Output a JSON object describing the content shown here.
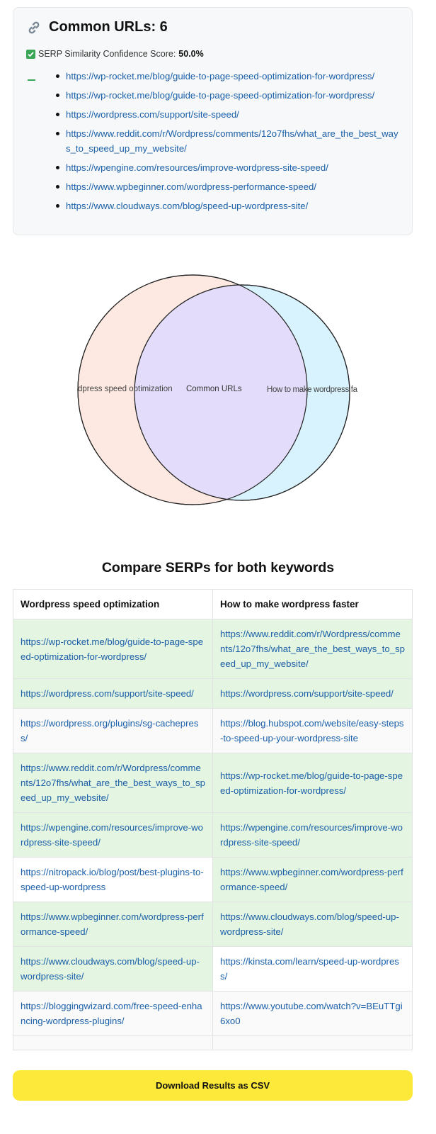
{
  "common": {
    "title": "Common URLs: 6",
    "score_label": "SERP Similarity Confidence Score:",
    "score_value": "50.0%",
    "urls": [
      "https://wp-rocket.me/blog/guide-to-page-speed-optimization-for-wordpress/",
      "https://wp-rocket.me/blog/guide-to-page-speed-optimization-for-wordpress/",
      "https://wordpress.com/support/site-speed/",
      "https://www.reddit.com/r/Wordpress/comments/12o7fhs/what_are_the_best_ways_to_speed_up_my_website/",
      "https://wpengine.com/resources/improve-wordpress-site-speed/",
      "https://www.wpbeginner.com/wordpress-performance-speed/",
      "https://www.cloudways.com/blog/speed-up-wordpress-site/"
    ]
  },
  "venn": {
    "left_label": "dpress speed optimization",
    "center_label": "Common URLs",
    "right_label": "How to make wordpress fa",
    "colors": {
      "left": "#fde9e1",
      "center": "#e3ddfb",
      "right": "#d8f3fd",
      "stroke": "#222222"
    }
  },
  "compare": {
    "title": "Compare SERPs for both keywords",
    "headers": [
      "Wordpress speed optimization",
      "How to make wordpress faster"
    ],
    "rows": [
      {
        "left": "https://wp-rocket.me/blog/guide-to-page-speed-optimization-for-wordpress/",
        "right": "https://www.reddit.com/r/Wordpress/comments/12o7fhs/what_are_the_best_ways_to_speed_up_my_website/",
        "left_common": true,
        "right_common": true
      },
      {
        "left": "https://wordpress.com/support/site-speed/",
        "right": "https://wordpress.com/support/site-speed/",
        "left_common": true,
        "right_common": true
      },
      {
        "left": "https://wordpress.org/plugins/sg-cachepress/",
        "right": "https://blog.hubspot.com/website/easy-steps-to-speed-up-your-wordpress-site",
        "left_common": false,
        "right_common": false
      },
      {
        "left": "https://www.reddit.com/r/Wordpress/comments/12o7fhs/what_are_the_best_ways_to_speed_up_my_website/",
        "right": "https://wp-rocket.me/blog/guide-to-page-speed-optimization-for-wordpress/",
        "left_common": true,
        "right_common": true
      },
      {
        "left": "https://wpengine.com/resources/improve-wordpress-site-speed/",
        "right": "https://wpengine.com/resources/improve-wordpress-site-speed/",
        "left_common": true,
        "right_common": true
      },
      {
        "left": "https://nitropack.io/blog/post/best-plugins-to-speed-up-wordpress",
        "right": "https://www.wpbeginner.com/wordpress-performance-speed/",
        "left_common": false,
        "right_common": true
      },
      {
        "left": "https://www.wpbeginner.com/wordpress-performance-speed/",
        "right": "https://www.cloudways.com/blog/speed-up-wordpress-site/",
        "left_common": true,
        "right_common": true
      },
      {
        "left": "https://www.cloudways.com/blog/speed-up-wordpress-site/",
        "right": "https://kinsta.com/learn/speed-up-wordpress/",
        "left_common": true,
        "right_common": false
      },
      {
        "left": "https://bloggingwizard.com/free-speed-enhancing-wordpress-plugins/",
        "right": "https://www.youtube.com/watch?v=BEuTTgi6xo0",
        "left_common": false,
        "right_common": false
      }
    ]
  },
  "download_label": "Download Results as CSV",
  "accent": {
    "common_row": "#e4f5e1",
    "link": "#1a5fa8",
    "button": "#fce93a"
  }
}
